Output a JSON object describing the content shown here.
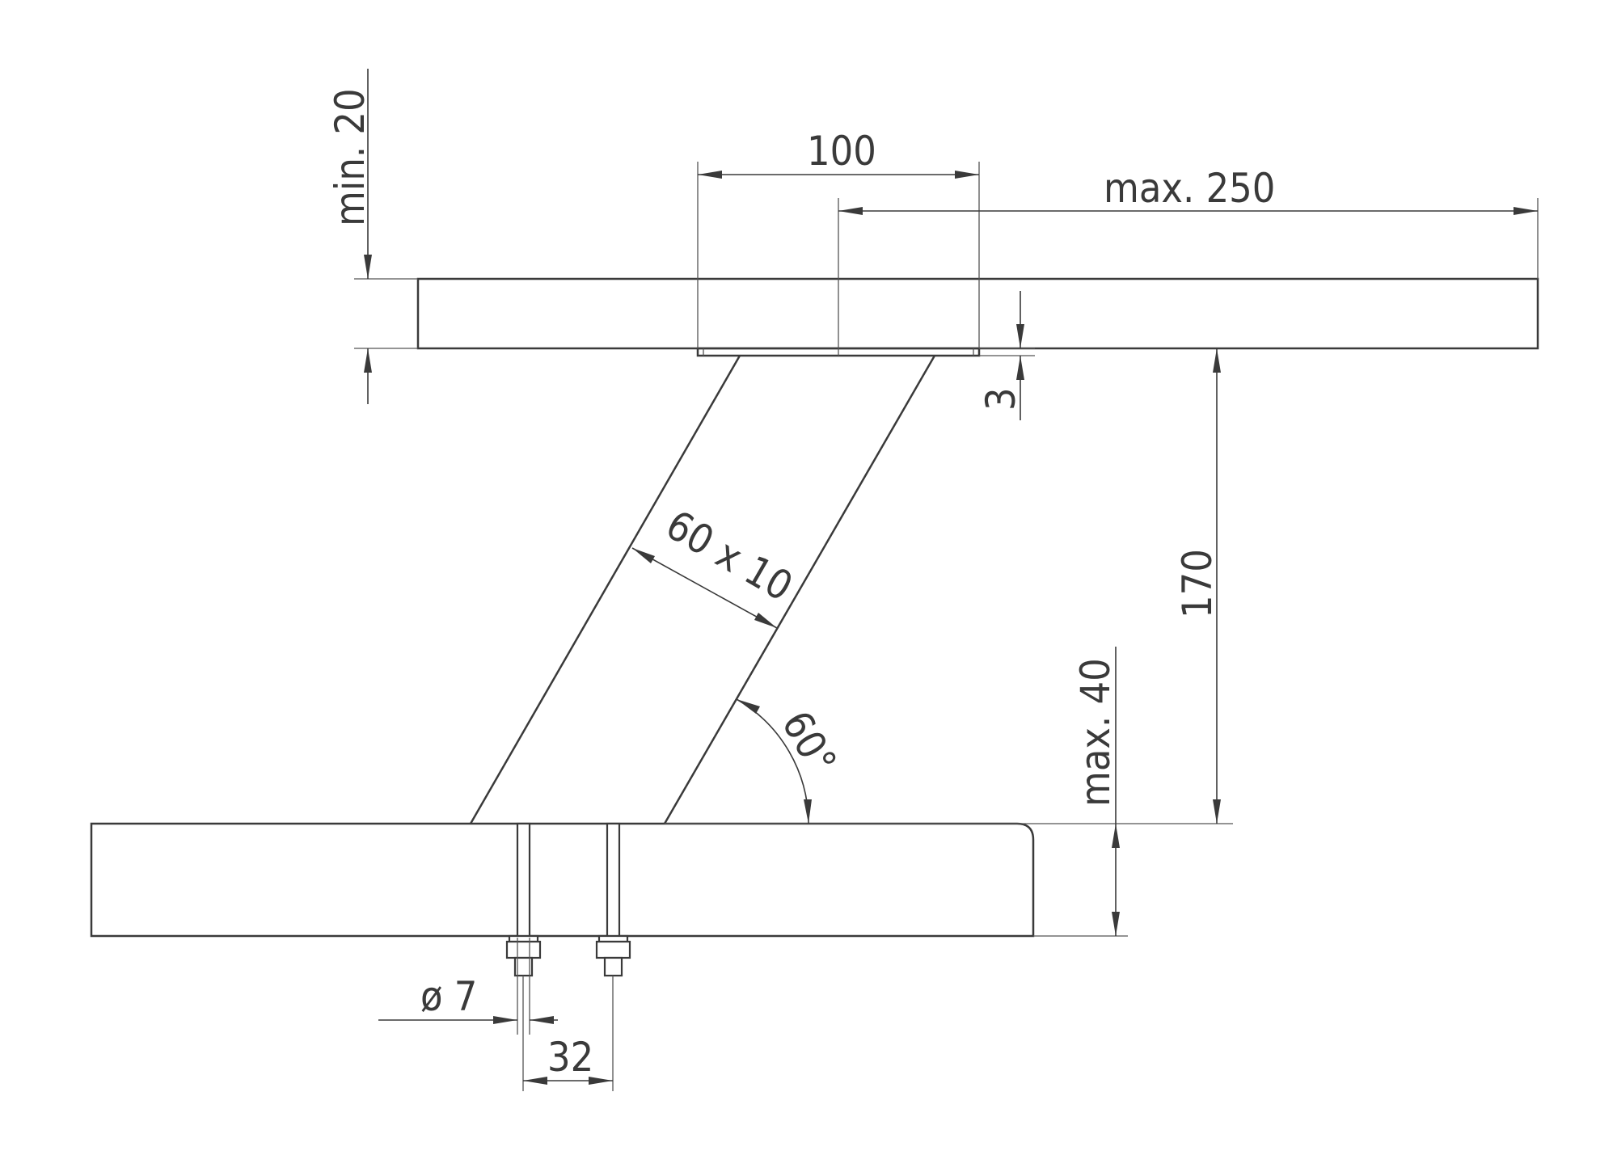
{
  "dimensions": {
    "plate_width": "100",
    "arm_reach": "max. 250",
    "board_thickness": "min. 20",
    "plate_thickness": "3",
    "bar_section": "60 x 10",
    "height": "170",
    "angle": "60°",
    "base_thickness": "max. 40",
    "bolt_diameter": "ø 7",
    "bolt_spacing": "32"
  }
}
